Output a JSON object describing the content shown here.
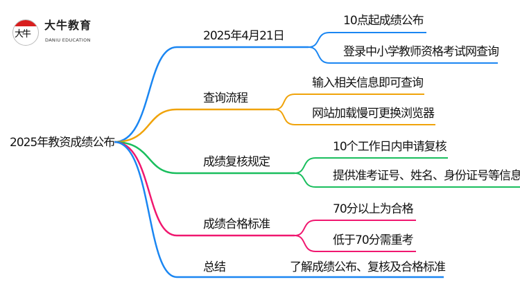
{
  "logo": {
    "name": "大牛教育",
    "subtitle": "DANIU EDUCATION",
    "mark": "大牛"
  },
  "root": "2025年教资成绩公布",
  "colors": {
    "blue": "#1a86f2",
    "orange": "#f0a30a",
    "green": "#19be5d",
    "pink": "#f0176f"
  },
  "branches": [
    {
      "label": "2025年4月21日",
      "color": "blue",
      "children": [
        "10点起成绩公布",
        "登录中小学教师资格考试网查询"
      ]
    },
    {
      "label": "查询流程",
      "color": "orange",
      "children": [
        "输入相关信息即可查询",
        "网站加载慢可更换浏览器"
      ]
    },
    {
      "label": "成绩复核规定",
      "color": "green",
      "children": [
        "10个工作日内申请复核",
        "提供准考证号、姓名、身份证号等信息"
      ]
    },
    {
      "label": "成绩合格标准",
      "color": "pink",
      "children": [
        "70分以上为合格",
        "低于70分需重考"
      ]
    },
    {
      "label": "总结",
      "color": "blue",
      "children": [
        "了解成绩公布、复核及合格标准"
      ]
    }
  ]
}
